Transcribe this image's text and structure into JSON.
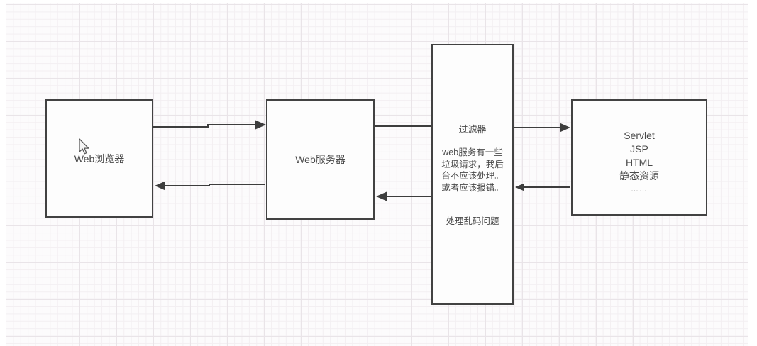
{
  "canvas": {
    "background": "#fcfbfc",
    "grid_minor_color": "#f3eff2",
    "grid_major_color": "#e9e4e8"
  },
  "colors": {
    "box_border": "#424242",
    "box_fill": "#fdfdfd",
    "text": "#4a4a4a",
    "arrow": "#3d3d3d"
  },
  "nodes": {
    "browser": {
      "label": "Web浏览器"
    },
    "server": {
      "label": "Web服务器"
    },
    "filter": {
      "title": "过滤器",
      "body_lines": [
        "web服务有一些",
        "垃圾请求，我后",
        "台不应该处理。",
        "或者应该报错。"
      ],
      "note": "处理乱码问题"
    },
    "backend": {
      "lines": [
        "Servlet",
        "JSP",
        "HTML",
        "静态资源"
      ],
      "dots": "……"
    }
  },
  "connectors": [
    {
      "id": "browser-to-server",
      "direction": "right"
    },
    {
      "id": "server-to-browser",
      "direction": "left"
    },
    {
      "id": "server-to-filter",
      "direction": "none"
    },
    {
      "id": "filter-to-server",
      "direction": "left"
    },
    {
      "id": "filter-to-backend",
      "direction": "right"
    },
    {
      "id": "backend-to-filter",
      "direction": "left"
    }
  ]
}
